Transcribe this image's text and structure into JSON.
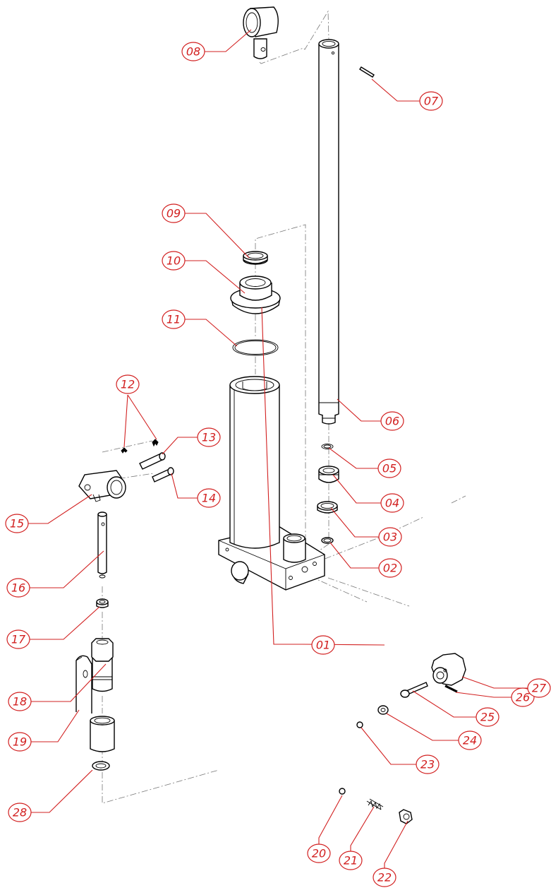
{
  "callouts": [
    {
      "id": "01",
      "label": "01"
    },
    {
      "id": "02",
      "label": "02"
    },
    {
      "id": "03",
      "label": "03"
    },
    {
      "id": "04",
      "label": "04"
    },
    {
      "id": "05",
      "label": "05"
    },
    {
      "id": "06",
      "label": "06"
    },
    {
      "id": "07",
      "label": "07"
    },
    {
      "id": "08",
      "label": "08"
    },
    {
      "id": "09",
      "label": "09"
    },
    {
      "id": "10",
      "label": "10"
    },
    {
      "id": "11",
      "label": "11"
    },
    {
      "id": "12",
      "label": "12"
    },
    {
      "id": "13",
      "label": "13"
    },
    {
      "id": "14",
      "label": "14"
    },
    {
      "id": "15",
      "label": "15"
    },
    {
      "id": "16",
      "label": "16"
    },
    {
      "id": "17",
      "label": "17"
    },
    {
      "id": "18",
      "label": "18"
    },
    {
      "id": "19",
      "label": "19"
    },
    {
      "id": "20",
      "label": "20"
    },
    {
      "id": "21",
      "label": "21"
    },
    {
      "id": "22",
      "label": "22"
    },
    {
      "id": "23",
      "label": "23"
    },
    {
      "id": "24",
      "label": "24"
    },
    {
      "id": "25",
      "label": "25"
    },
    {
      "id": "26",
      "label": "26"
    },
    {
      "id": "27",
      "label": "27"
    },
    {
      "id": "28",
      "label": "28"
    }
  ],
  "colors": {
    "callout": "#d22020",
    "line": "#000000",
    "centerline": "#777777",
    "background": "#ffffff"
  }
}
